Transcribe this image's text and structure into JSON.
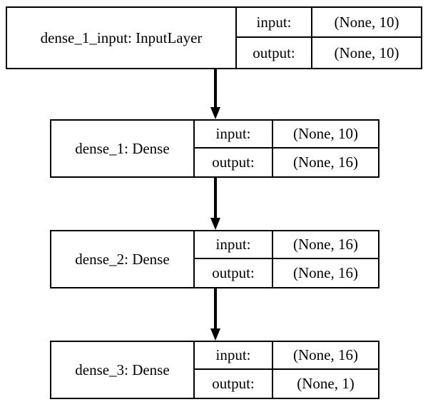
{
  "diagram": {
    "type": "keras-model-plot",
    "orientation": "top-to-bottom",
    "background_color": "#ffffff",
    "line_color": "#000000",
    "text_color": "#000000",
    "io_row_labels": {
      "input": "input:",
      "output": "output:"
    },
    "nodes": [
      {
        "id": "dense_1_input",
        "label": "dense_1_input: InputLayer",
        "input_label": "input:",
        "input_shape": "(None, 10)",
        "output_label": "output:",
        "output_shape": "(None, 10)"
      },
      {
        "id": "dense_1",
        "label": "dense_1: Dense",
        "input_label": "input:",
        "input_shape": "(None, 10)",
        "output_label": "output:",
        "output_shape": "(None, 16)"
      },
      {
        "id": "dense_2",
        "label": "dense_2: Dense",
        "input_label": "input:",
        "input_shape": "(None, 16)",
        "output_label": "output:",
        "output_shape": "(None, 16)"
      },
      {
        "id": "dense_3",
        "label": "dense_3: Dense",
        "input_label": "input:",
        "input_shape": "(None, 16)",
        "output_label": "output:",
        "output_shape": "(None, 1)"
      }
    ],
    "edges": [
      {
        "id": "edge-1",
        "from": "dense_1_input",
        "to": "dense_1"
      },
      {
        "id": "edge-2",
        "from": "dense_1",
        "to": "dense_2"
      },
      {
        "id": "edge-3",
        "from": "dense_2",
        "to": "dense_3"
      }
    ]
  }
}
